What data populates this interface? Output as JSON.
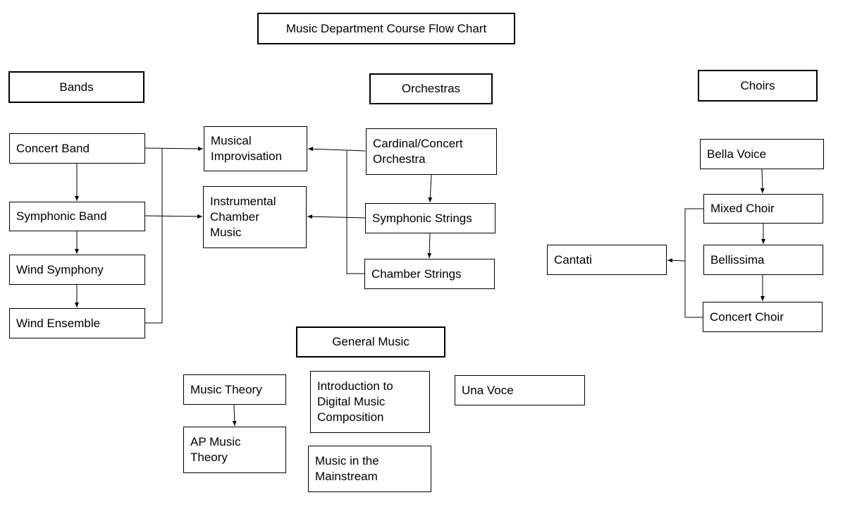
{
  "title": "Music Department Course Flow Chart",
  "sections": {
    "bands": "Bands",
    "orchestras": "Orchestras",
    "choirs": "Choirs",
    "general": "General Music"
  },
  "courses": {
    "concert_band": "Concert Band",
    "symphonic_band": "Symphonic Band",
    "wind_symphony": "Wind Symphony",
    "wind_ensemble": "Wind Ensemble",
    "musical_improvisation": "Musical Improvisation",
    "instrumental_chamber_music": "Instrumental Chamber Music",
    "cardinal_concert_orchestra": "Cardinal/Concert Orchestra",
    "symphonic_strings": "Symphonic Strings",
    "chamber_strings": "Chamber Strings",
    "bella_voice": "Bella Voice",
    "mixed_choir": "Mixed Choir",
    "bellissima": "Bellissima",
    "concert_choir": "Concert Choir",
    "cantati": "Cantati",
    "music_theory": "Music Theory",
    "ap_music_theory": "AP Music Theory",
    "intro_digital_composition": "Introduction to Digital Music Composition",
    "music_mainstream": "Music in the Mainstream",
    "una_voce": "Una Voce"
  },
  "edges": [
    {
      "from": "concert_band",
      "to": "symphonic_band"
    },
    {
      "from": "symphonic_band",
      "to": "wind_symphony"
    },
    {
      "from": "wind_symphony",
      "to": "wind_ensemble"
    },
    {
      "from": "concert_band",
      "to": "musical_improvisation"
    },
    {
      "from": "symphonic_band",
      "to": "instrumental_chamber_music"
    },
    {
      "from": "wind_ensemble",
      "to": "musical_improvisation"
    },
    {
      "from": "cardinal_concert_orchestra",
      "to": "musical_improvisation"
    },
    {
      "from": "cardinal_concert_orchestra",
      "to": "symphonic_strings"
    },
    {
      "from": "symphonic_strings",
      "to": "chamber_strings"
    },
    {
      "from": "symphonic_strings",
      "to": "instrumental_chamber_music"
    },
    {
      "from": "chamber_strings",
      "to": "musical_improvisation"
    },
    {
      "from": "bella_voice",
      "to": "mixed_choir"
    },
    {
      "from": "mixed_choir",
      "to": "bellissima"
    },
    {
      "from": "bellissima",
      "to": "concert_choir"
    },
    {
      "from": "mixed_choir",
      "to": "cantati"
    },
    {
      "from": "concert_choir",
      "to": "cantati"
    },
    {
      "from": "music_theory",
      "to": "ap_music_theory"
    }
  ]
}
